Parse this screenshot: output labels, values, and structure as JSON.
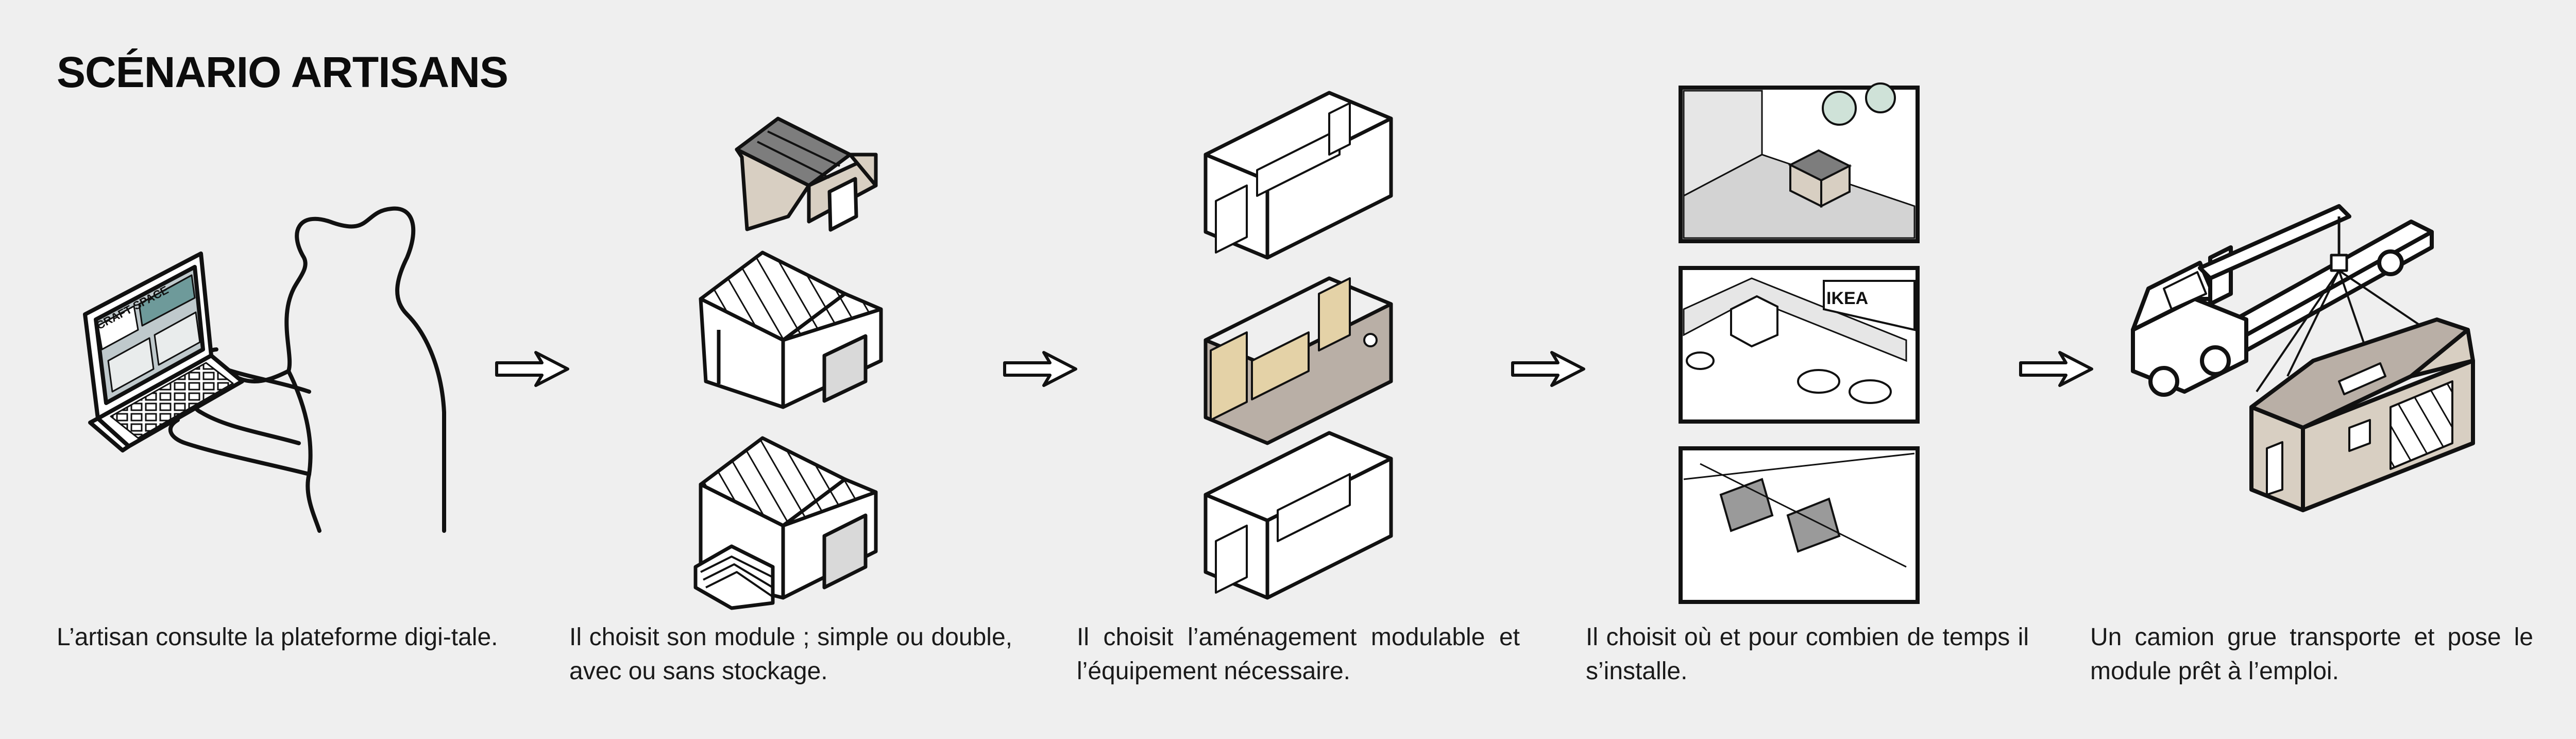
{
  "title": "SCÉNARIO ARTISANS",
  "colors": {
    "background": "#efefef",
    "line": "#111111",
    "wood_beige": "#d8cfc2",
    "roof_gray": "#8a8a8a",
    "furniture_tan": "#e4d2a7",
    "floor_taupe": "#b9afa6"
  },
  "steps": [
    {
      "caption": "L’artisan consulte la plateforme digi-tale.",
      "laptop_screen_label": "CRAFT SPACE",
      "icon": "person-with-laptop-icon"
    },
    {
      "caption": "Il choisit son module ; simple ou double, avec ou sans stockage.",
      "icon": "module-options-icon"
    },
    {
      "caption": "Il choisit l’aménagement modulable et l’équipement nécessaire.",
      "icon": "interior-layouts-icon"
    },
    {
      "caption": "Il choisit où et pour combien de temps il s’installe.",
      "sign_label": "IKEA",
      "icon": "locations-icon"
    },
    {
      "caption": "Un camion grue transporte et pose le module prêt à l’emploi.",
      "icon": "crane-truck-icon"
    }
  ]
}
